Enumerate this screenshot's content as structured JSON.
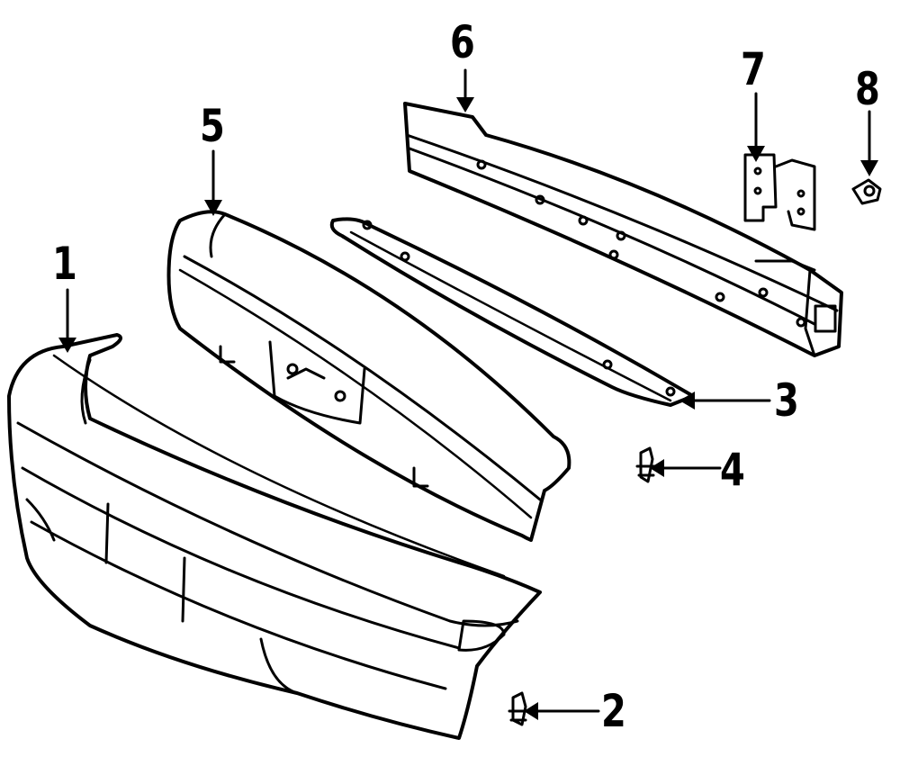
{
  "colors": {
    "ink": "#000000",
    "paper": "#ffffff"
  },
  "callouts": [
    {
      "id": "1",
      "label": "1"
    },
    {
      "id": "2",
      "label": "2"
    },
    {
      "id": "3",
      "label": "3"
    },
    {
      "id": "4",
      "label": "4"
    },
    {
      "id": "5",
      "label": "5"
    },
    {
      "id": "6",
      "label": "6"
    },
    {
      "id": "7",
      "label": "7"
    },
    {
      "id": "8",
      "label": "8"
    }
  ]
}
